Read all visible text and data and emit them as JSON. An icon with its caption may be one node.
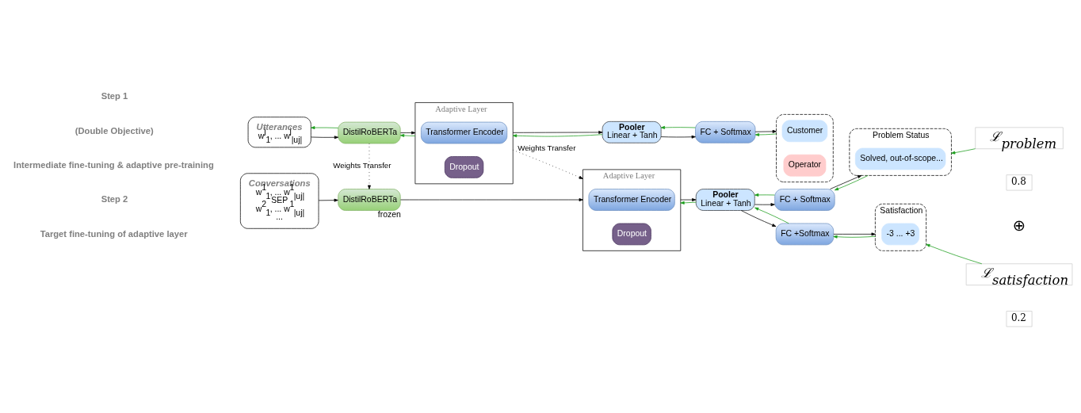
{
  "diagram": {
    "nodes": [
      {
        "text": [
          "Utterances",
          "w$^{j}$$_{1}$, ... w$^{j}$$_{|uj|}$"
        ]
      },
      {
        "text": [
          "DistilRoBERTa"
        ]
      },
      {
        "text": [
          "Adaptive Layer"
        ]
      },
      {
        "text": [
          "Transformer Encoder"
        ],
        "in": 2
      },
      {
        "text": [
          "Dropout"
        ],
        "in": 2
      },
      {
        "text": [
          "Pooler",
          "Linear + Tanh"
        ]
      },
      {
        "text": [
          "FC + Softmax"
        ]
      },
      {
        "text": [],
        "shape": "box"
      },
      {
        "text": [
          "Customer"
        ],
        "in": 7
      },
      {
        "text": [
          "Operator"
        ],
        "in": 7
      },
      {
        "text": [
          "Conversations",
          "w$^{1}$$_{1}$, ... w$^{1}$$_{|uj|}$",
          "SEP",
          "w$^{2}$$_{1}$, ... w$^{1}$$_{|uj|}$",
          "..."
        ]
      },
      {
        "text": [
          "DistilRoBERTa"
        ],
        "beside": [
          "frozen"
        ]
      },
      {
        "text": [
          "Adaptive Layer"
        ]
      },
      {
        "text": [
          "Transformer Encoder"
        ],
        "in": 12
      },
      {
        "text": [
          "Dropout"
        ],
        "in": 12
      },
      {
        "text": [
          "Pooler",
          "Linear + Tanh"
        ]
      },
      {
        "text": [
          "FC + Softmax"
        ]
      },
      {
        "text": [
          "FC +Softmax"
        ]
      },
      {
        "text": [
          "Problem Status"
        ]
      },
      {
        "text": [
          "Solved, out-of-scope..."
        ],
        "in": 18
      },
      {
        "text": [
          "Satisfaction"
        ]
      },
      {
        "text": [
          "-3 ... +3"
        ],
        "in": 20
      },
      {
        "text": [
          "ℒ$_{problem}$"
        ]
      },
      {
        "text": [
          "0.8"
        ]
      },
      {
        "text": [
          "⊕"
        ]
      },
      {
        "text": [
          "ℒ$_{satisfaction}$"
        ]
      },
      {
        "text": [
          "0.2"
        ]
      }
    ],
    "edges": [
      {
        "from": 0,
        "to": 1,
        "arrow": "to"
      },
      {
        "from": 1,
        "to": 0,
        "arrow": "to",
        "color": "#1a9c1a"
      },
      {
        "from": 1,
        "to": 2,
        "arrow": "to"
      },
      {
        "from": 2,
        "to": 1,
        "arrow": "to",
        "color": "#1a9c1a"
      },
      {
        "from": 2,
        "to": 5,
        "arrow": "to"
      },
      {
        "from": 5,
        "to": 2,
        "arrow": "to",
        "color": "#1a9c1a"
      },
      {
        "from": 5,
        "to": 6,
        "arrow": "to"
      },
      {
        "from": 6,
        "to": 5,
        "arrow": "to",
        "color": "#1a9c1a"
      },
      {
        "from": 6,
        "to": 7,
        "arrow": "to"
      },
      {
        "from": 7,
        "to": 6,
        "arrow": "to",
        "color": "#1a9c1a"
      },
      {
        "from": 1,
        "to": 11,
        "arrow": "to",
        "style": "dashed",
        "label": "Weights Transfer"
      },
      {
        "from": 2,
        "to": 12,
        "arrow": "to",
        "style": "dashed",
        "label": "Weights Transfer"
      },
      {
        "from": 10,
        "to": 11,
        "arrow": "to"
      },
      {
        "from": 11,
        "to": 12,
        "arrow": "to"
      },
      {
        "from": 12,
        "to": 15,
        "arrow": "to"
      },
      {
        "from": 15,
        "to": 12,
        "arrow": "to",
        "color": "#1a9c1a"
      },
      {
        "from": 15,
        "to": 16,
        "arrow": "to"
      },
      {
        "from": 16,
        "to": 15,
        "arrow": "to",
        "color": "#1a9c1a"
      },
      {
        "from": 15,
        "to": 17,
        "arrow": "to"
      },
      {
        "from": 17,
        "to": 15,
        "arrow": "to",
        "color": "#1a9c1a"
      },
      {
        "from": 16,
        "to": 18,
        "arrow": "to"
      },
      {
        "from": 18,
        "to": 16,
        "arrow": "to",
        "color": "#1a9c1a"
      },
      {
        "from": 17,
        "to": 20,
        "arrow": "to"
      },
      {
        "from": 20,
        "to": 17,
        "arrow": "to",
        "color": "#1a9c1a"
      },
      {
        "from": 22,
        "to": 18,
        "arrow": "to",
        "color": "#1a9c1a"
      },
      {
        "from": 25,
        "to": 20,
        "arrow": "to",
        "color": "#1a9c1a"
      }
    ],
    "labels": [
      "Step 1",
      "(Double Objective)",
      "Intermediate fine-tuning & adaptive pre-training",
      "Step 2",
      "Target fine-tuning of adaptive layer"
    ]
  }
}
